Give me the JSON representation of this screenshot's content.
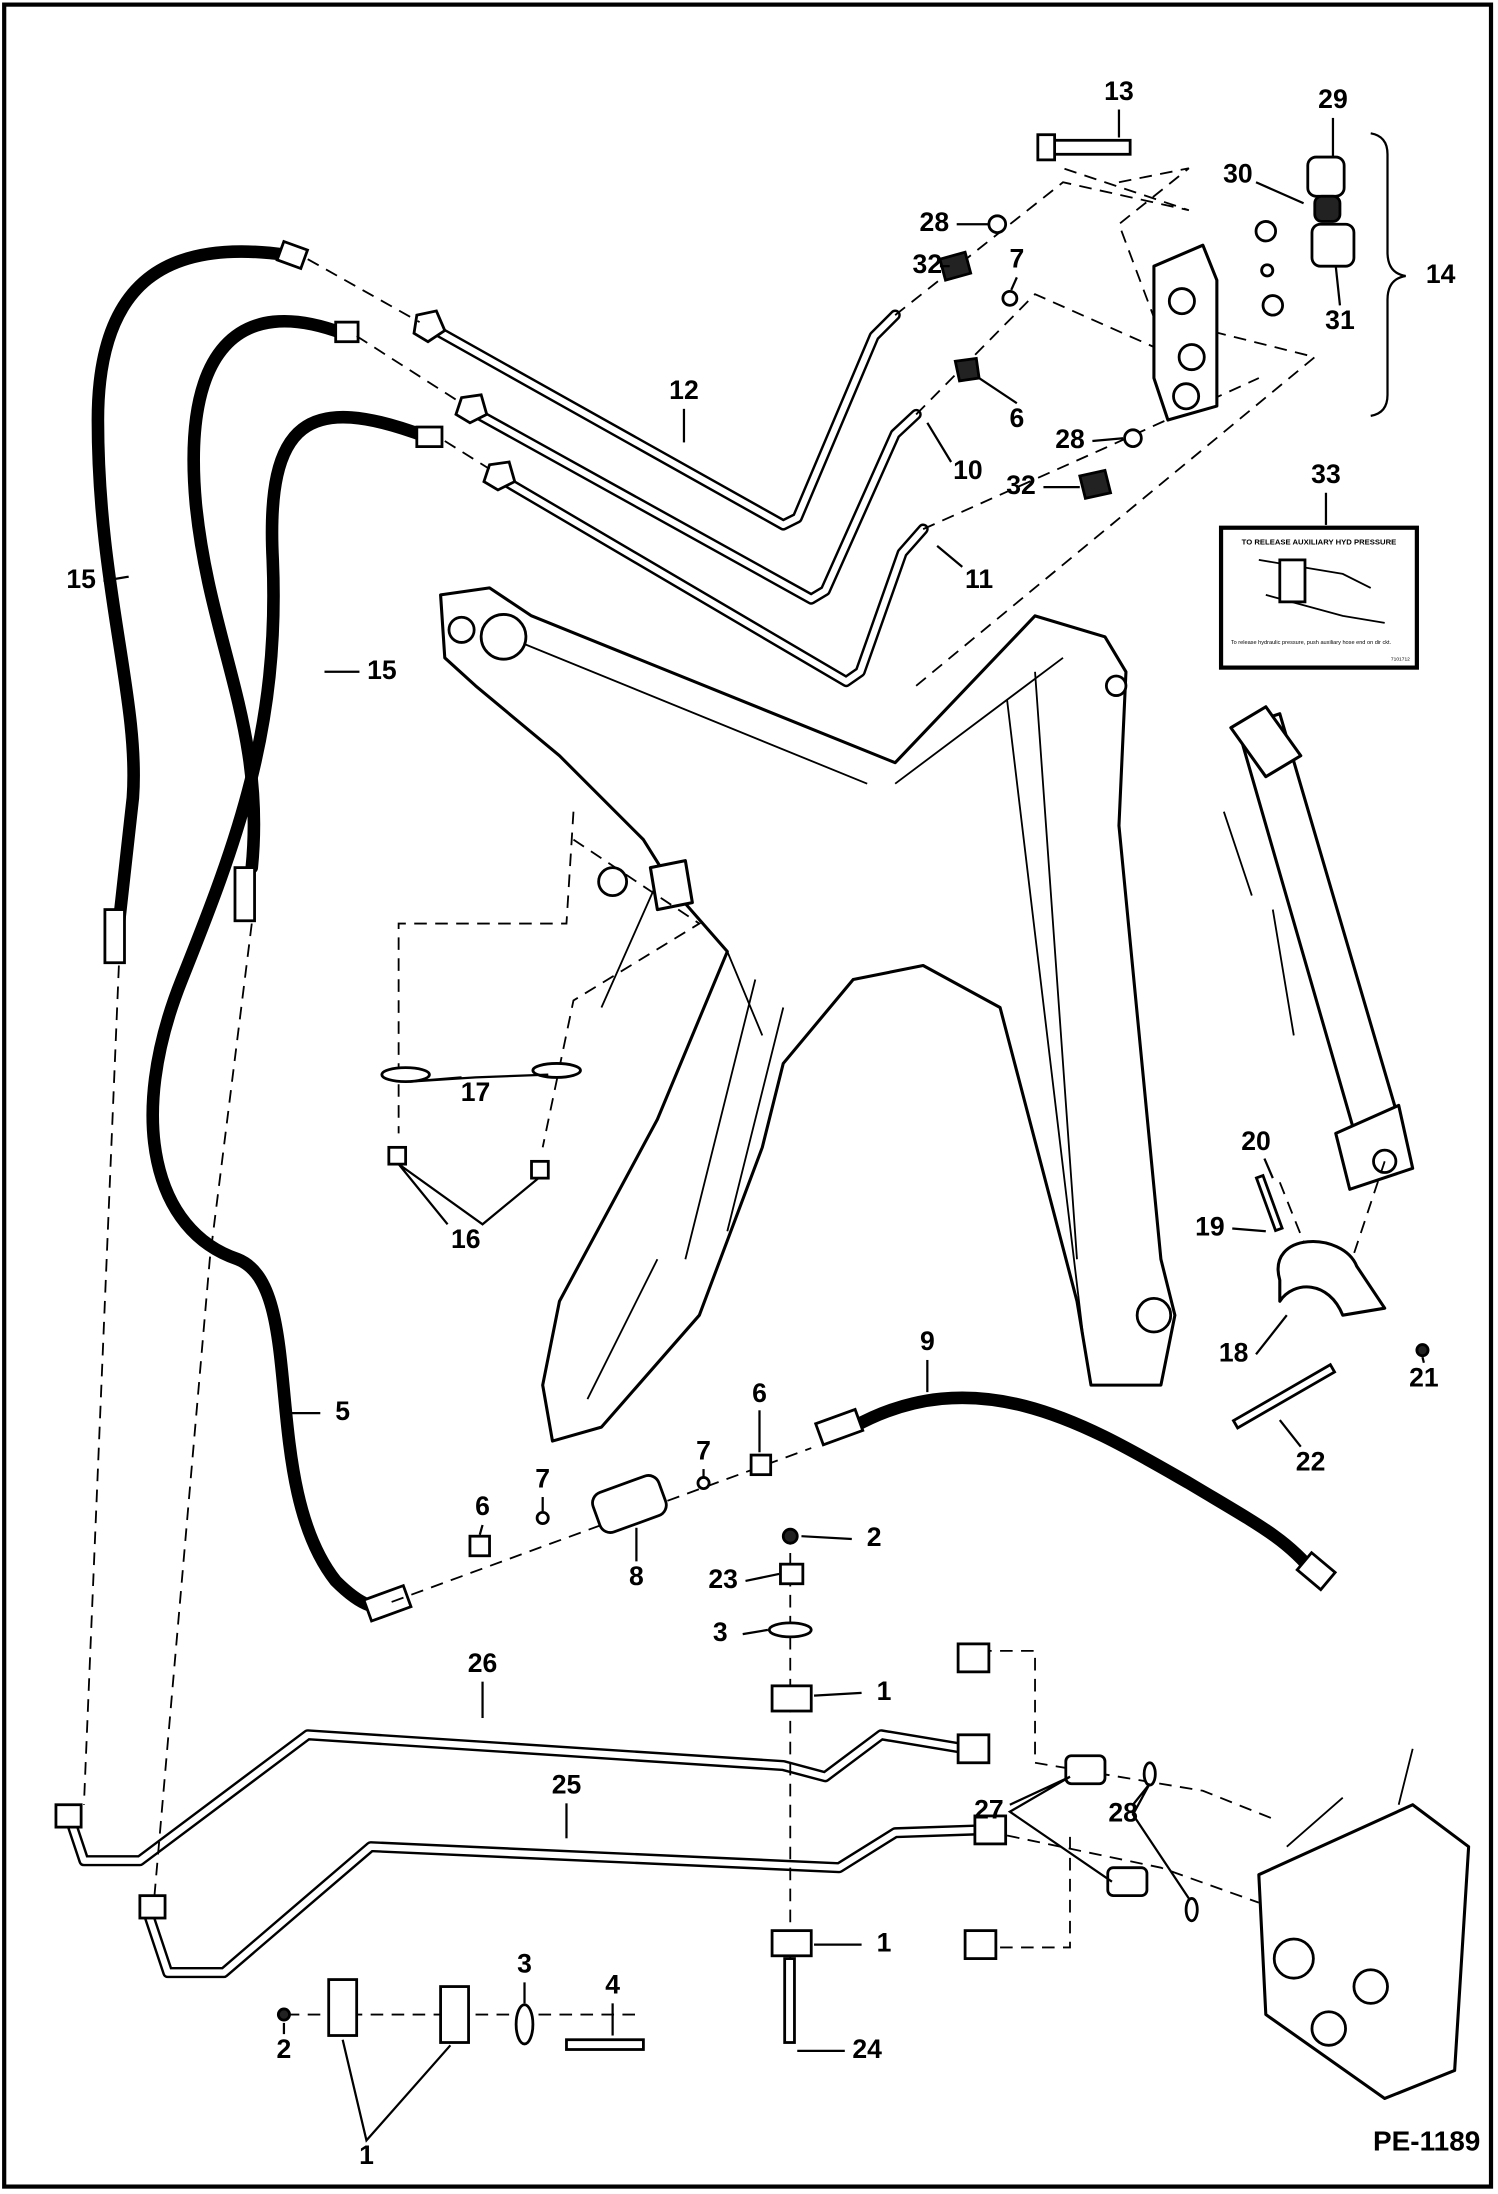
{
  "diagram": {
    "drawing_number": "PE-1189",
    "callouts": [
      "13",
      "29",
      "30",
      "28",
      "7",
      "32",
      "14",
      "31",
      "12",
      "6",
      "28",
      "10",
      "32",
      "33",
      "11",
      "15",
      "15",
      "17",
      "16",
      "20",
      "19",
      "9",
      "6",
      "18",
      "21",
      "5",
      "7",
      "22",
      "7",
      "6",
      "8",
      "2",
      "23",
      "3",
      "26",
      "1",
      "25",
      "27",
      "28",
      "1",
      "3",
      "4",
      "2",
      "24",
      "1"
    ],
    "decal": {
      "title": "TO RELEASE AUXILIARY HYD PRESSURE",
      "instruction": "To release hydraulic pressure, push auxiliary hose end on dir ckt.",
      "code": "7101712"
    }
  }
}
